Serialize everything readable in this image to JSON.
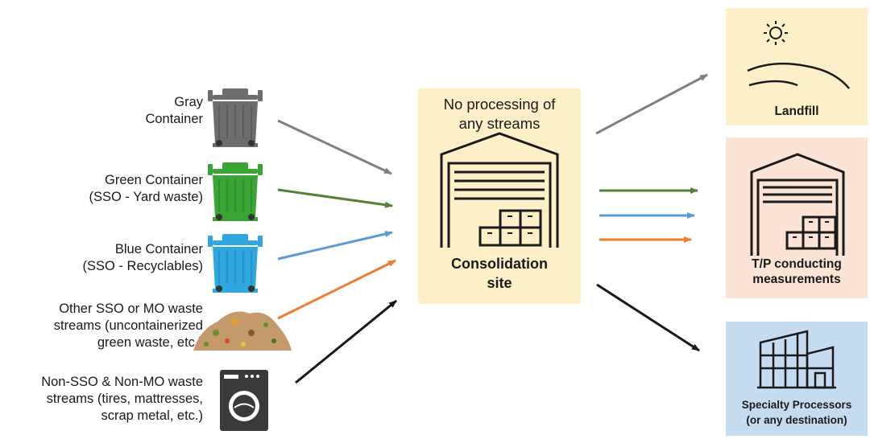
{
  "sources": [
    {
      "line1": "Gray",
      "line2": "Container"
    },
    {
      "line1": "Green Container",
      "line2": "(SSO - Yard waste)"
    },
    {
      "line1": "Blue Container",
      "line2": "(SSO - Recyclables)"
    },
    {
      "line1": "Other SSO or MO waste",
      "line2": "streams (uncontainerized",
      "line3": "green waste, etc.)"
    },
    {
      "line1": "Non-SSO & Non-MO waste",
      "line2": "streams (tires, mattresses,",
      "line3": "scrap metal,  etc.)"
    }
  ],
  "consolidation": {
    "top_line1": "No processing of",
    "top_line2": "any streams",
    "name_line1": "Consolidation",
    "name_line2": "site"
  },
  "destinations": {
    "landfill": "Landfill",
    "tp_line1": "T/P conducting",
    "tp_line2": "measurements",
    "spec_line1": "Specialty Processors",
    "spec_line2": "(or any destination)"
  },
  "colors": {
    "gray": "#808080",
    "green": "#548235",
    "blue": "#5b9bd5",
    "orange": "#ed7d31",
    "black": "#1a1a1a"
  },
  "icons": [
    "gray-bin-icon",
    "green-bin-icon",
    "blue-bin-icon",
    "waste-pile-icon",
    "washing-machine-icon",
    "warehouse-icon",
    "sun-icon",
    "hills-icon",
    "factory-icon"
  ]
}
